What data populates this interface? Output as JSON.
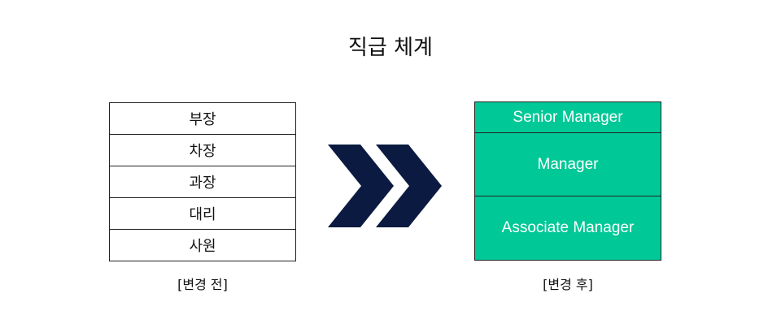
{
  "title": "직급 체계",
  "before": {
    "ranks": [
      "부장",
      "차장",
      "과장",
      "대리",
      "사원"
    ],
    "caption": "[변경 전]"
  },
  "after": {
    "ranks": [
      "Senior Manager",
      "Manager",
      "Associate Manager"
    ],
    "caption": "[변경 후]",
    "fill_color": "#00c896"
  },
  "arrow": {
    "icon": "double-chevron-right-icon",
    "color": "#0b1a40"
  }
}
